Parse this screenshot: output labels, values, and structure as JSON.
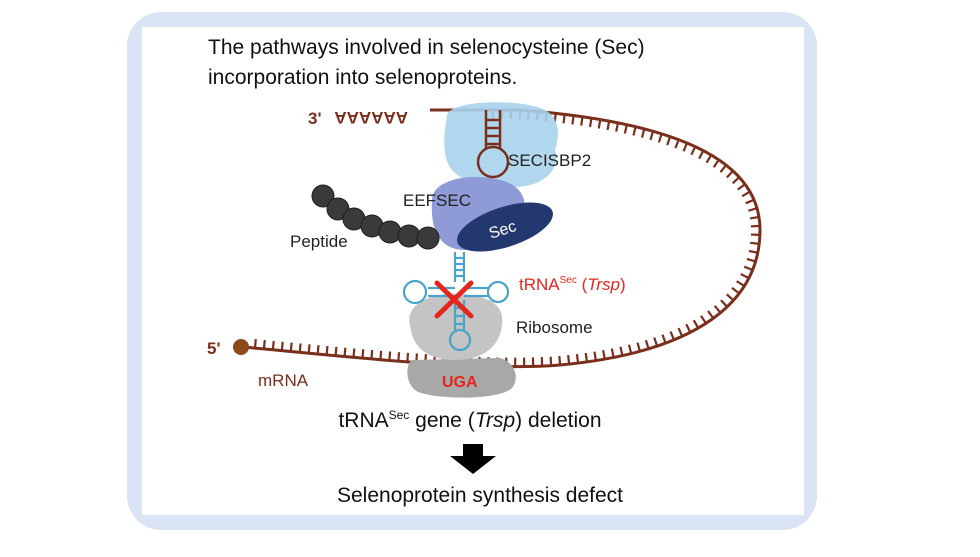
{
  "title": "The pathways involved in selenocysteine (Sec) incorporation into selenoproteins.",
  "labels": {
    "three_prime": "3'",
    "poly_a": "AAAAAA",
    "secisbp2": "SECISBP2",
    "eefsec": "EEFSEC",
    "sec": "Sec",
    "peptide": "Peptide",
    "trna_main": "tRNA",
    "trna_sup": "Sec",
    "trna_gene_open": " (",
    "trna_gene": "Trsp",
    "trna_gene_close": ")",
    "ribosome": "Ribosome",
    "five_prime": "5'",
    "mrna": "mRNA",
    "codon": "UGA"
  },
  "caption": {
    "line1_main": "tRNA",
    "line1_sup": "Sec",
    "line1_mid": " gene (",
    "line1_italic": "Trsp",
    "line1_end": ") deletion",
    "line2": "Selenoprotein synthesis defect"
  },
  "colors": {
    "mrna": "#7a2e1c",
    "secisbp2": "#a9d3ec",
    "eefsec": "#8e9bd6",
    "sec": "#23386e",
    "peptide": "#3a3a3a",
    "trna": "#4aa3c8",
    "ribosome": "#b8b8b8",
    "red": "#e4261d",
    "panel": "#dbe4f4"
  }
}
